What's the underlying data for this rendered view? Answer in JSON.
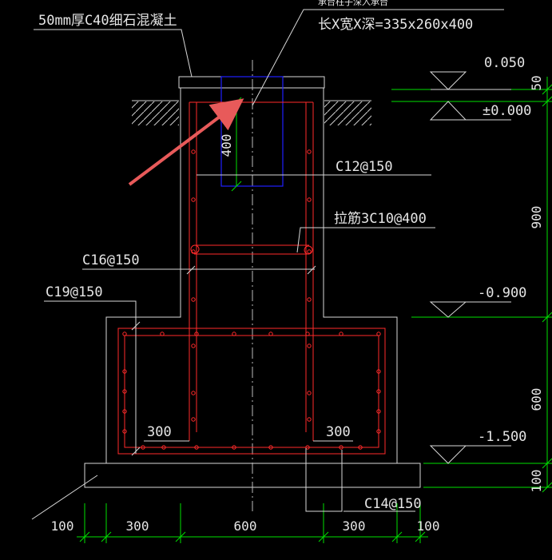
{
  "labels": {
    "slab": "50mm厚C40细石混凝土",
    "column_note": "承台柱子深入承台",
    "column_size": "长X宽X深=335x260x400",
    "depth_400": "400",
    "rebar_c12": "C12@150",
    "rebar_tie": "拉筋3C10@400",
    "rebar_c16": "C16@150",
    "rebar_c19": "C19@150",
    "rebar_c14": "C14@150",
    "len_300_left": "300",
    "len_300_right": "300"
  },
  "elevations": {
    "top": "0.050",
    "ground": "±0.000",
    "mid": "-0.900",
    "bottom": "-1.500"
  },
  "right_dims": [
    "50",
    "900",
    "600",
    "100"
  ],
  "bottom_dims": [
    "100",
    "300",
    "600",
    "300",
    "100"
  ],
  "colors": {
    "outline": "#d8d8d8",
    "rebar": "#ff2a2a",
    "dimension": "#00e000",
    "column": "#2020ff",
    "arrow": "#e85a5a"
  }
}
